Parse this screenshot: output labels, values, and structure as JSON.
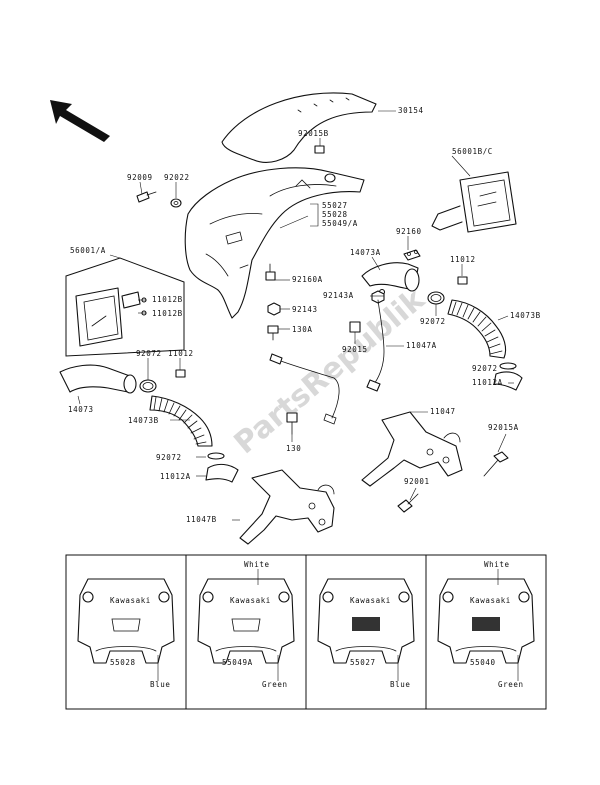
{
  "watermark": "PartsRepublik",
  "callouts": {
    "c30154": "30154",
    "c92015b": "92015B",
    "c56001bc": "56001B/C",
    "c92009": "92009",
    "c92022": "92022",
    "c55027": "55027",
    "c55028": "55028",
    "c55049a": "55049/A",
    "c92160": "92160",
    "c56001a": "56001/A",
    "c14073a": "14073A",
    "c11012_top": "11012",
    "c11012b_1": "11012B",
    "c11012b_2": "11012B",
    "c92160a": "92160A",
    "c92143a": "92143A",
    "c92143": "92143",
    "c130a": "130A",
    "c14073b_right": "14073B",
    "c92072_right1": "92072",
    "c92015": "92015",
    "c11047a": "11047A",
    "c92072_left": "92072",
    "c11012_left": "11012",
    "c92072_right2": "92072",
    "c14073": "14073",
    "c11012a_right": "11012A",
    "c14073b_left": "14073B",
    "c11047": "11047",
    "c92015a": "92015A",
    "c130": "130",
    "c92072_bottom": "92072",
    "c11012a_left": "11012A",
    "c92001": "92001",
    "c11047b": "11047B"
  },
  "variants": [
    {
      "part": "55028",
      "notes": [
        "Blue"
      ],
      "brand": "Kawasaki"
    },
    {
      "part": "55049A",
      "notes": [
        "White",
        "Green"
      ],
      "brand": "Kawasaki"
    },
    {
      "part": "55027",
      "notes": [
        "Blue"
      ],
      "brand": "Kawasaki"
    },
    {
      "part": "55040",
      "notes": [
        "White",
        "Green"
      ],
      "brand": "Kawasaki"
    }
  ]
}
